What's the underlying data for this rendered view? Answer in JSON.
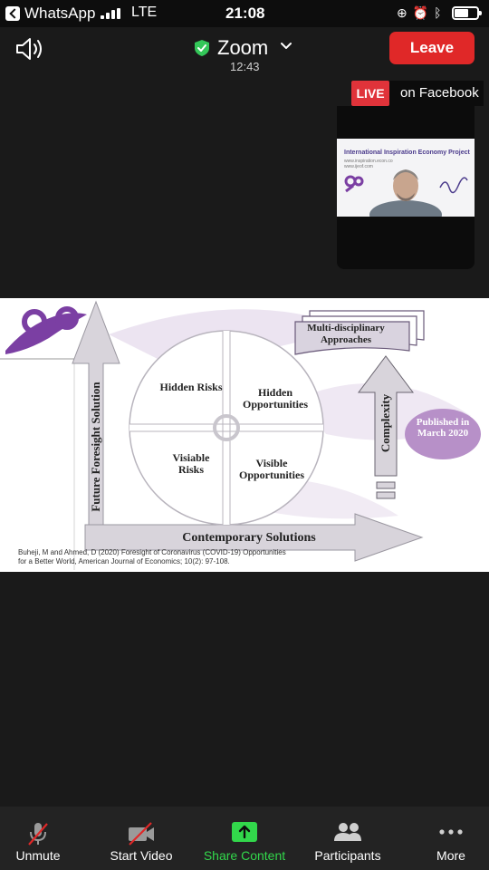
{
  "status_bar": {
    "back_app": "WhatsApp",
    "network": "LTE",
    "time": "21:08"
  },
  "header": {
    "title": "Zoom",
    "duration": "12:43",
    "leave_label": "Leave"
  },
  "live": {
    "badge": "LIVE",
    "platform": "on Facebook",
    "thumbnail_slide_title": "International Inspiration Economy Project",
    "thumbnail_sub_1": "www.inspiration.econ.co",
    "thumbnail_sub_2": "www.ijeof.com"
  },
  "slide": {
    "quadrants": {
      "top_left": "Hidden Risks",
      "top_right": "Hidden Opportunities",
      "bottom_left": "Visiable Risks",
      "bottom_right": "Visible Opportunities"
    },
    "y_axis_label": "Future Foresight Solution",
    "x_axis_label": "Contemporary Solutions",
    "vertical_arrow_label": "Complexity",
    "stack_label": "Multi-disciplinary Approaches",
    "published_label": "Published in March 2020",
    "citation_line_1": "Buheji, M and Ahmed, D (2020) Foresight of Coronavirus (COVID-19) Opportunities",
    "citation_line_2": "for a Better World, American Journal of Economics; 10(2): 97-108."
  },
  "toolbar": {
    "items": [
      {
        "label": "Unmute"
      },
      {
        "label": "Start Video"
      },
      {
        "label": "Share Content"
      },
      {
        "label": "Participants"
      },
      {
        "label": "More"
      }
    ]
  },
  "colors": {
    "leave": "#e02828",
    "live": "#e0333a",
    "share_active": "#32d74b",
    "shield": "#34c759",
    "published_bubble": "#b790c8",
    "logo_purple": "#7b3fa3"
  }
}
